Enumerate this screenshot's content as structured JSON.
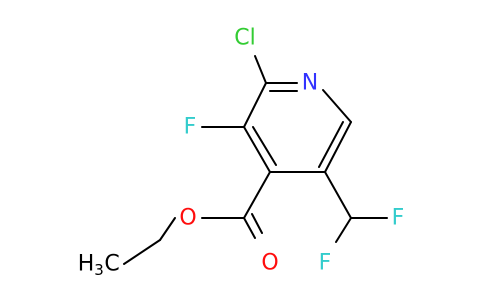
{
  "molecule": {
    "colors": {
      "Cl": "#33CC33",
      "N": "#3333FF",
      "F": "#33CCCC",
      "O": "#FF0D0D",
      "C": "#000000"
    },
    "atoms": {
      "cl": "Cl",
      "n": "N",
      "f_ring": "F",
      "o_ester": "O",
      "o_carbonyl": "O",
      "f_top": "F",
      "f_bottom": "F",
      "methyl_h": "H",
      "methyl_sub": "3",
      "methyl_c": "C"
    }
  }
}
